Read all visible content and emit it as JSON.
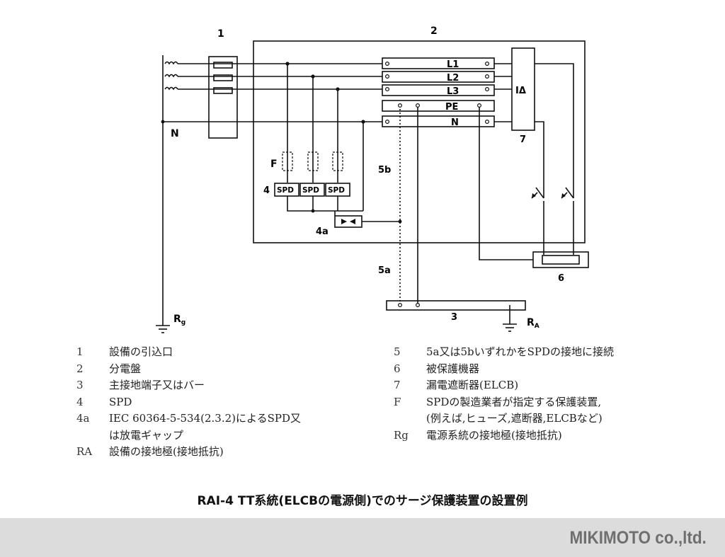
{
  "diagram": {
    "labels": {
      "n1": "1",
      "n2": "2",
      "n3": "3",
      "n6": "6",
      "n7": "7",
      "N": "N",
      "F": "F",
      "n4": "4",
      "n4a": "4a",
      "n5a": "5a",
      "n5b": "5b",
      "L1": "L1",
      "L2": "L2",
      "L3": "L3",
      "PE": "PE",
      "Nbar": "N",
      "idelta": "IΔ",
      "spd": "SPD",
      "rg": "R",
      "rg_sub": "g",
      "ra": "R",
      "ra_sub": "A"
    }
  },
  "legend": {
    "left": [
      {
        "key": "1",
        "text": "設備の引込口"
      },
      {
        "key": "2",
        "text": "分電盤"
      },
      {
        "key": "3",
        "text": "主接地端子又はバー"
      },
      {
        "key": "4",
        "text": "SPD"
      },
      {
        "key": "4a",
        "text": "IEC 60364-5-534(2.3.2)によるSPD又"
      },
      {
        "key": "",
        "text": "は放電ギャップ"
      },
      {
        "key": "RA",
        "text": "設備の接地極(接地抵抗)"
      }
    ],
    "right": [
      {
        "key": "5",
        "text": "5a又は5bいずれかをSPDの接地に接続"
      },
      {
        "key": "6",
        "text": "被保護機器"
      },
      {
        "key": "7",
        "text": "漏電遮断器(ELCB)"
      },
      {
        "key": "F",
        "text": "SPDの製造業者が指定する保護装置,"
      },
      {
        "key": "",
        "text": "(例えば,ヒューズ,遮断器,ELCBなど)"
      },
      {
        "key": "Rg",
        "text": "電源系統の接地極(接地抵抗)"
      }
    ]
  },
  "caption": "RAI-4 TT系統(ELCBの電源側)でのサージ保護装置の設置例",
  "brand": "MIKIMOTO co.,ltd."
}
